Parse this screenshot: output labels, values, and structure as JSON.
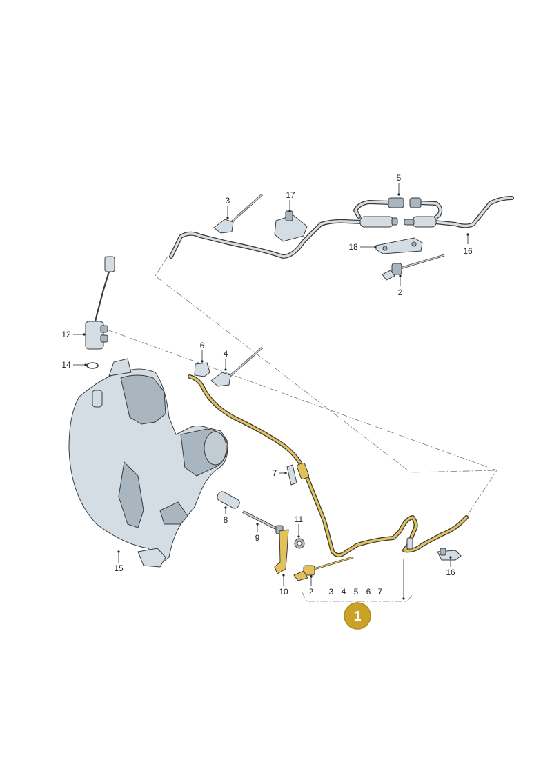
{
  "callouts": {
    "c1": "3",
    "c17": "17",
    "c5": "5",
    "c18": "18",
    "c16a": "16",
    "c2a": "2",
    "c12": "12",
    "c14": "14",
    "c6": "6",
    "c4": "4",
    "c7": "7",
    "c8": "8",
    "c9": "9",
    "c11": "11",
    "c15": "15",
    "c10": "10",
    "c2b": "2",
    "c3b": "3",
    "c4b": "4",
    "c5b": "5",
    "c6b": "6",
    "c7b": "7",
    "c16b": "16"
  },
  "badge": {
    "label": "1",
    "color": "#c9a227"
  },
  "colors": {
    "highlight_pipe": "#e3c15a",
    "part_fill": "#d5dde4",
    "outline": "#3a3a3a"
  }
}
